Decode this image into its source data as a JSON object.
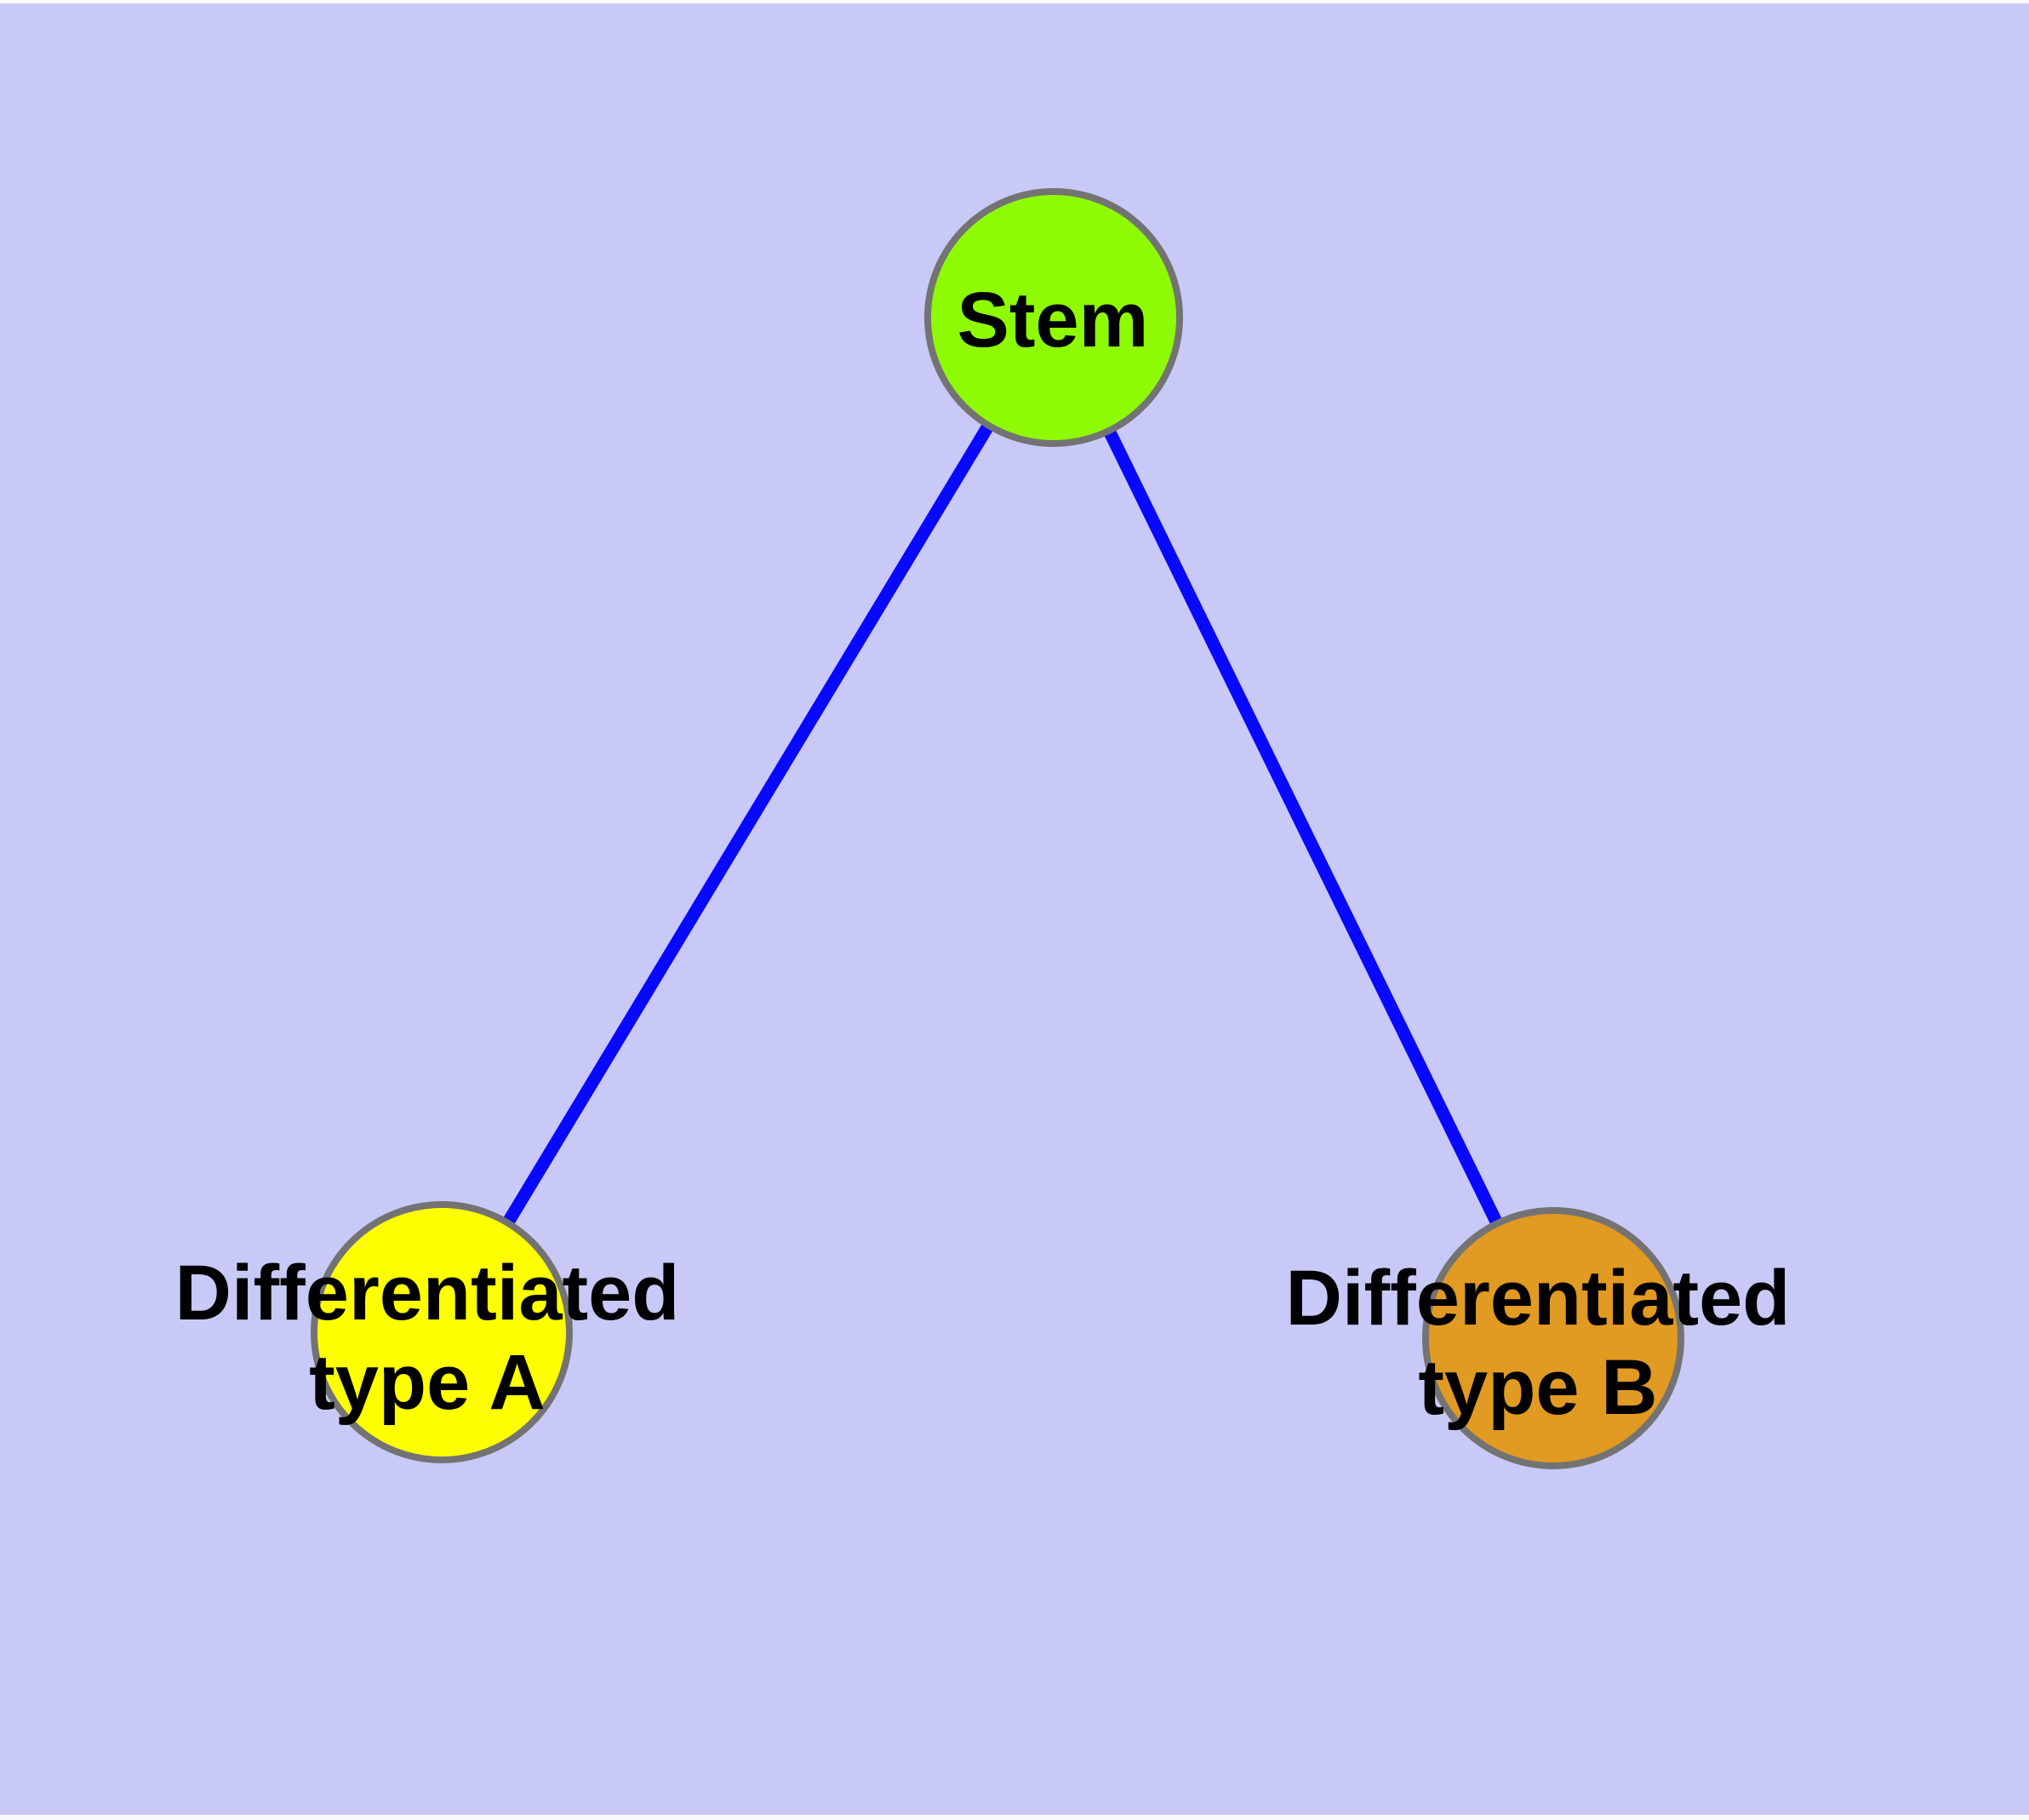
{
  "canvas": {
    "margin_color": "#fafafa",
    "background_color": "#c9c9f8",
    "text_color": "#000000"
  },
  "diagram": {
    "type": "node-link-graph",
    "description": "Stem cell differentiation hierarchy: one stem node connected to two differentiated cell type nodes",
    "nodes": [
      {
        "id": "stem",
        "label": "Stem",
        "label_lines": [
          "Stem"
        ],
        "shape": "circle",
        "fill": "#8efb04",
        "border_color": "#737373"
      },
      {
        "id": "differentiated-type-a",
        "label": "Differentiated type A",
        "label_lines": [
          "Differentiated",
          "type A"
        ],
        "shape": "circle",
        "fill": "#ffff00",
        "border_color": "#737373"
      },
      {
        "id": "differentiated-type-b",
        "label": "Differentiated type B",
        "label_lines": [
          "Differentiated",
          "type B"
        ],
        "shape": "circle",
        "fill": "#e19a22",
        "border_color": "#737373"
      }
    ],
    "edges": [
      {
        "from": "stem",
        "to": "differentiated-type-a",
        "color": "#0808fc"
      },
      {
        "from": "stem",
        "to": "differentiated-type-b",
        "color": "#0808fc"
      }
    ]
  }
}
